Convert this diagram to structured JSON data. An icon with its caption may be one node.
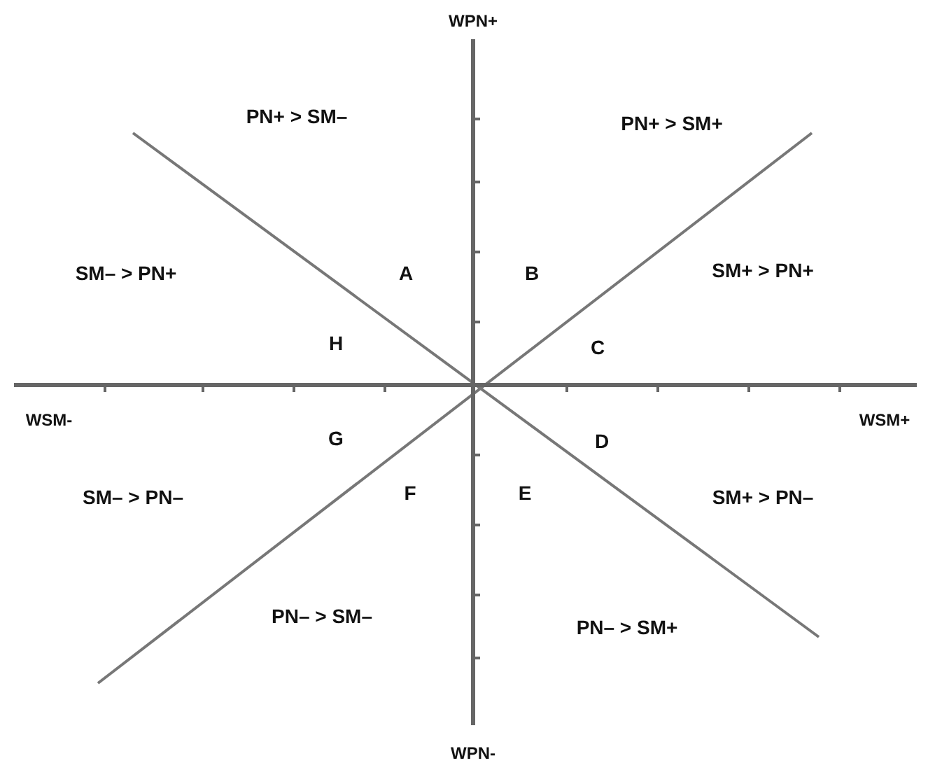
{
  "diagram": {
    "labels": [
      "WPN+",
      "PN+ > SM–",
      "PN+ > SM+",
      "SM– > PN+",
      "A",
      "B",
      "SM+ > PN+",
      "H",
      "C",
      "WSM-",
      "WSM+",
      "G",
      "D",
      "SM– > PN–",
      "F",
      "E",
      "SM+ > PN–",
      "PN– > SM–",
      "PN– > SM+",
      "WPN-"
    ]
  }
}
